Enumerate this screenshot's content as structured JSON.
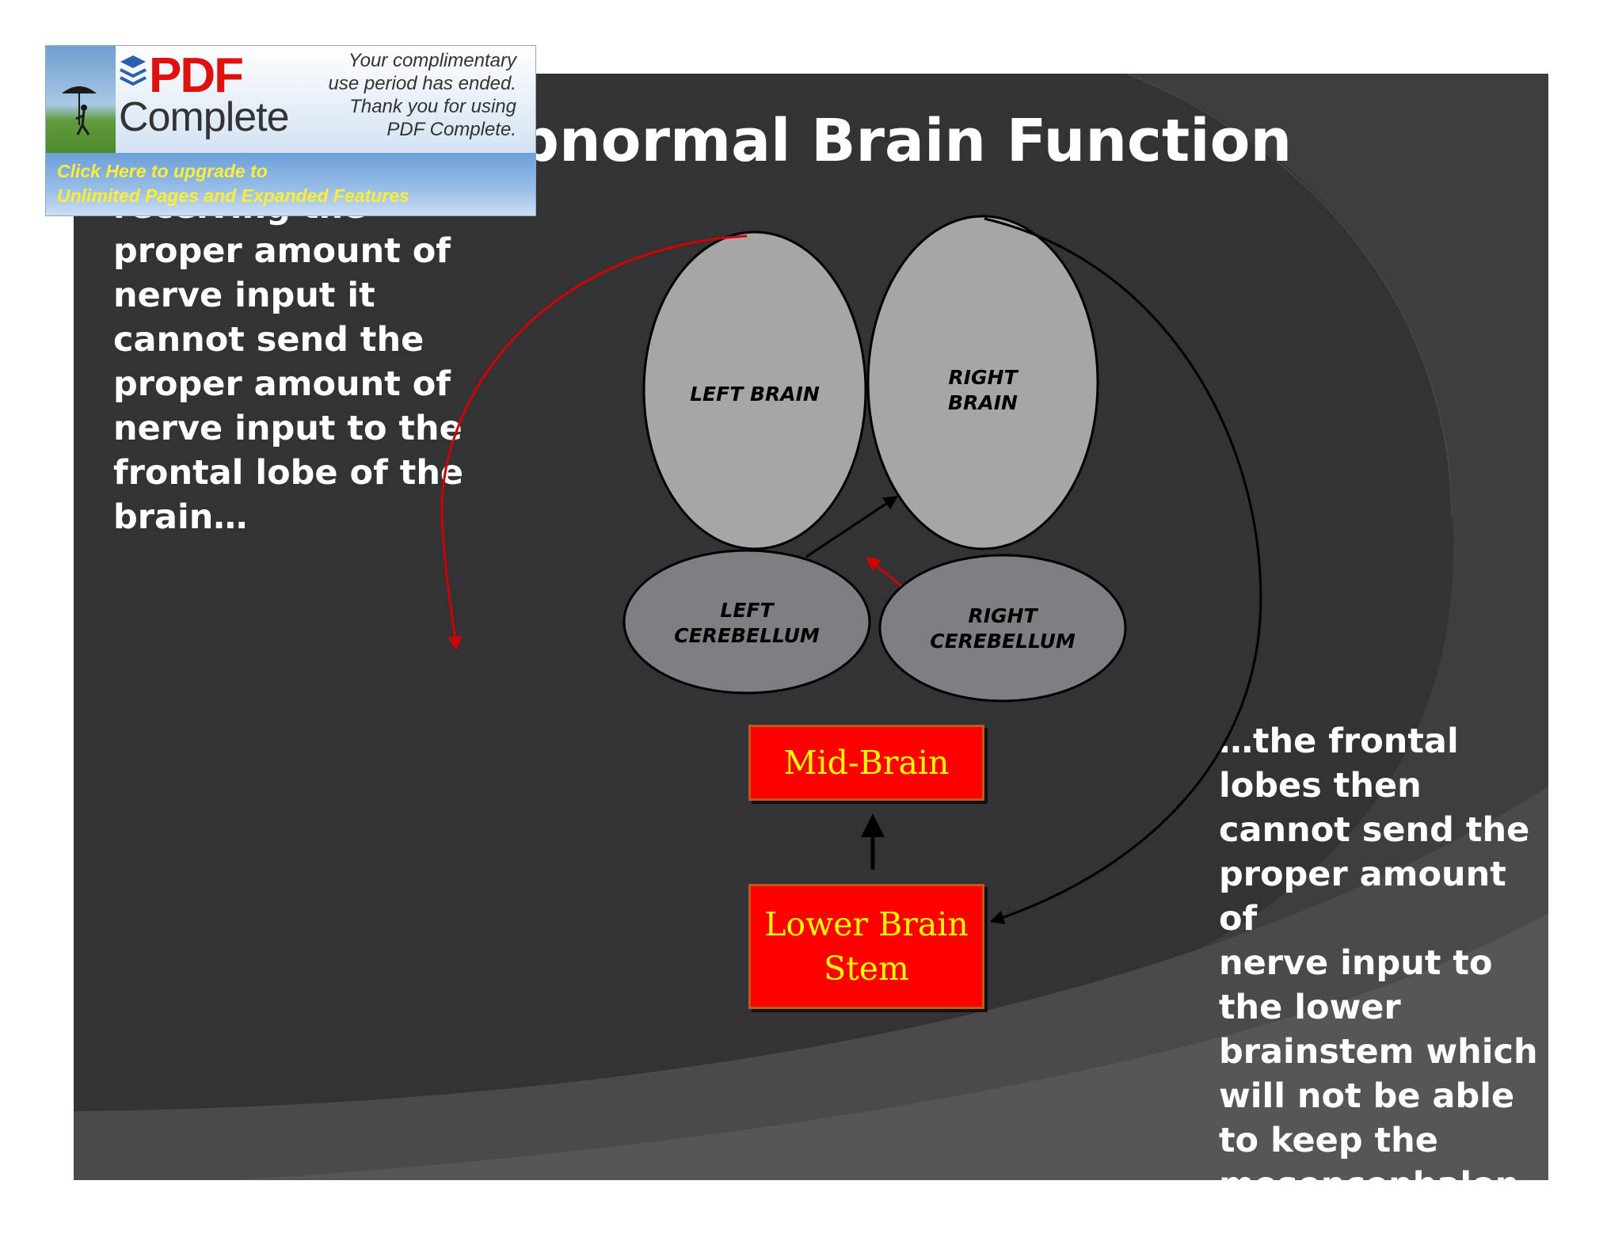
{
  "slide": {
    "title": "bnormal Brain Function",
    "left_text": "receiving the\nproper amount of\nnerve input it\ncannot send the\nproper amount of\nnerve input to the\nfrontal lobe of the\nbrain…",
    "right_text": "…the frontal\nlobes then\ncannot send the\nproper amount of\nnerve input to\nthe lower\nbrainstem which\nwill not be able\nto keep the\nmesencephalon\nfrom over firing"
  },
  "diagram": {
    "left_brain": "LEFT BRAIN",
    "right_brain_line1": "RIGHT",
    "right_brain_line2": "BRAIN",
    "left_cerebellum_line1": "LEFT",
    "left_cerebellum_line2": "CEREBELLUM",
    "right_cerebellum_line1": "RIGHT",
    "right_cerebellum_line2": "CEREBELLUM",
    "mid_brain": "Mid-Brain",
    "lower_brain_stem": "Lower Brain\nStem"
  },
  "banner": {
    "pdf_word": "PDF",
    "complete_word": "Complete",
    "message": "Your complimentary\nuse period has ended.\nThank you for using\nPDF Complete.",
    "upgrade_line1": "Click Here to upgrade to",
    "upgrade_line2": "Unlimited Pages and Expanded Features"
  },
  "colors": {
    "slide_background": "#333335",
    "ellipse_fill": "#a6a5a8",
    "cerebellum_fill": "#7f7e82",
    "box_fill": "#ff0000",
    "box_text": "#ffff00",
    "red_arrow": "#d00000",
    "pdf_red": "#e01010",
    "upgrade_yellow": "#ffee33"
  }
}
